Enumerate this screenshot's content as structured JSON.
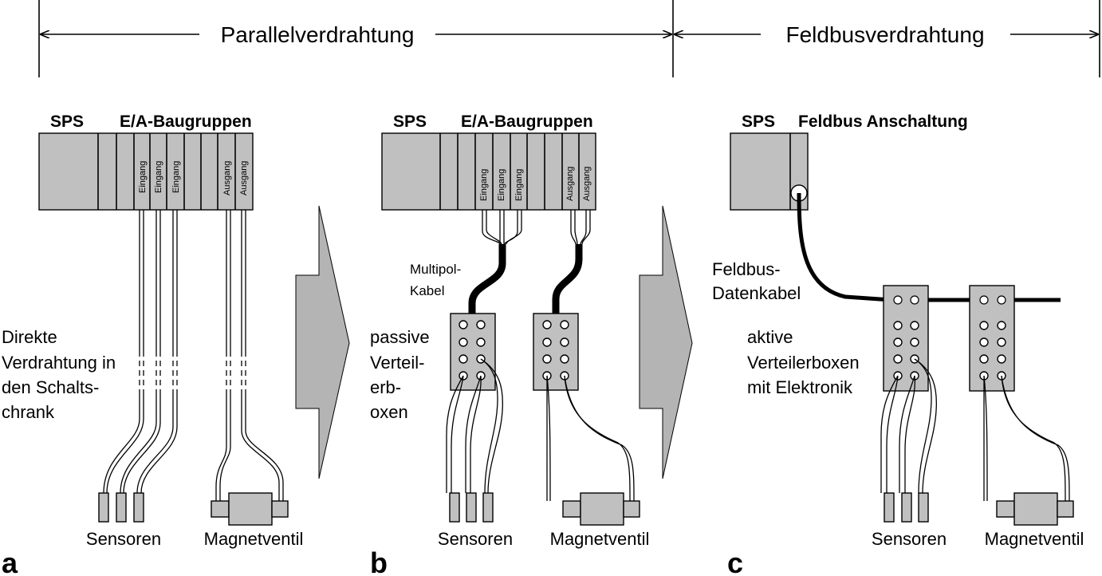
{
  "header": {
    "left_title": "Parallelverdrahtung",
    "right_title": "Feldbusverdrahtung"
  },
  "panels": [
    {
      "letter": "a",
      "plc_label": "SPS",
      "module_label": "E/A-Baugruppen",
      "slot_labels": [
        "Eingang",
        "Eingang",
        "Eingang",
        "Ausgang",
        "Ausgang"
      ],
      "description": [
        "Direkte",
        "Verdrahtung in",
        "den Schalts-",
        "chrank"
      ],
      "sensors_label": "Sensoren",
      "valve_label": "Magnetventil"
    },
    {
      "letter": "b",
      "plc_label": "SPS",
      "module_label": "E/A-Baugruppen",
      "slot_labels": [
        "Eingang",
        "Eingang",
        "Eingang",
        "Ausgang",
        "Ausgang"
      ],
      "cable_label": [
        "Multipol-",
        "Kabel"
      ],
      "description": [
        "passive",
        "Verteil-",
        "erb-",
        "oxen"
      ],
      "sensors_label": "Sensoren",
      "valve_label": "Magnetventil"
    },
    {
      "letter": "c",
      "plc_label": "SPS",
      "module_label": "Feldbus Anschaltung",
      "cable_label": [
        "Feldbus-",
        "Datenkabel"
      ],
      "description": [
        "aktive",
        "Verteilerboxen",
        "mit Elektronik"
      ],
      "sensors_label": "Sensoren",
      "valve_label": "Magnetventil"
    }
  ]
}
